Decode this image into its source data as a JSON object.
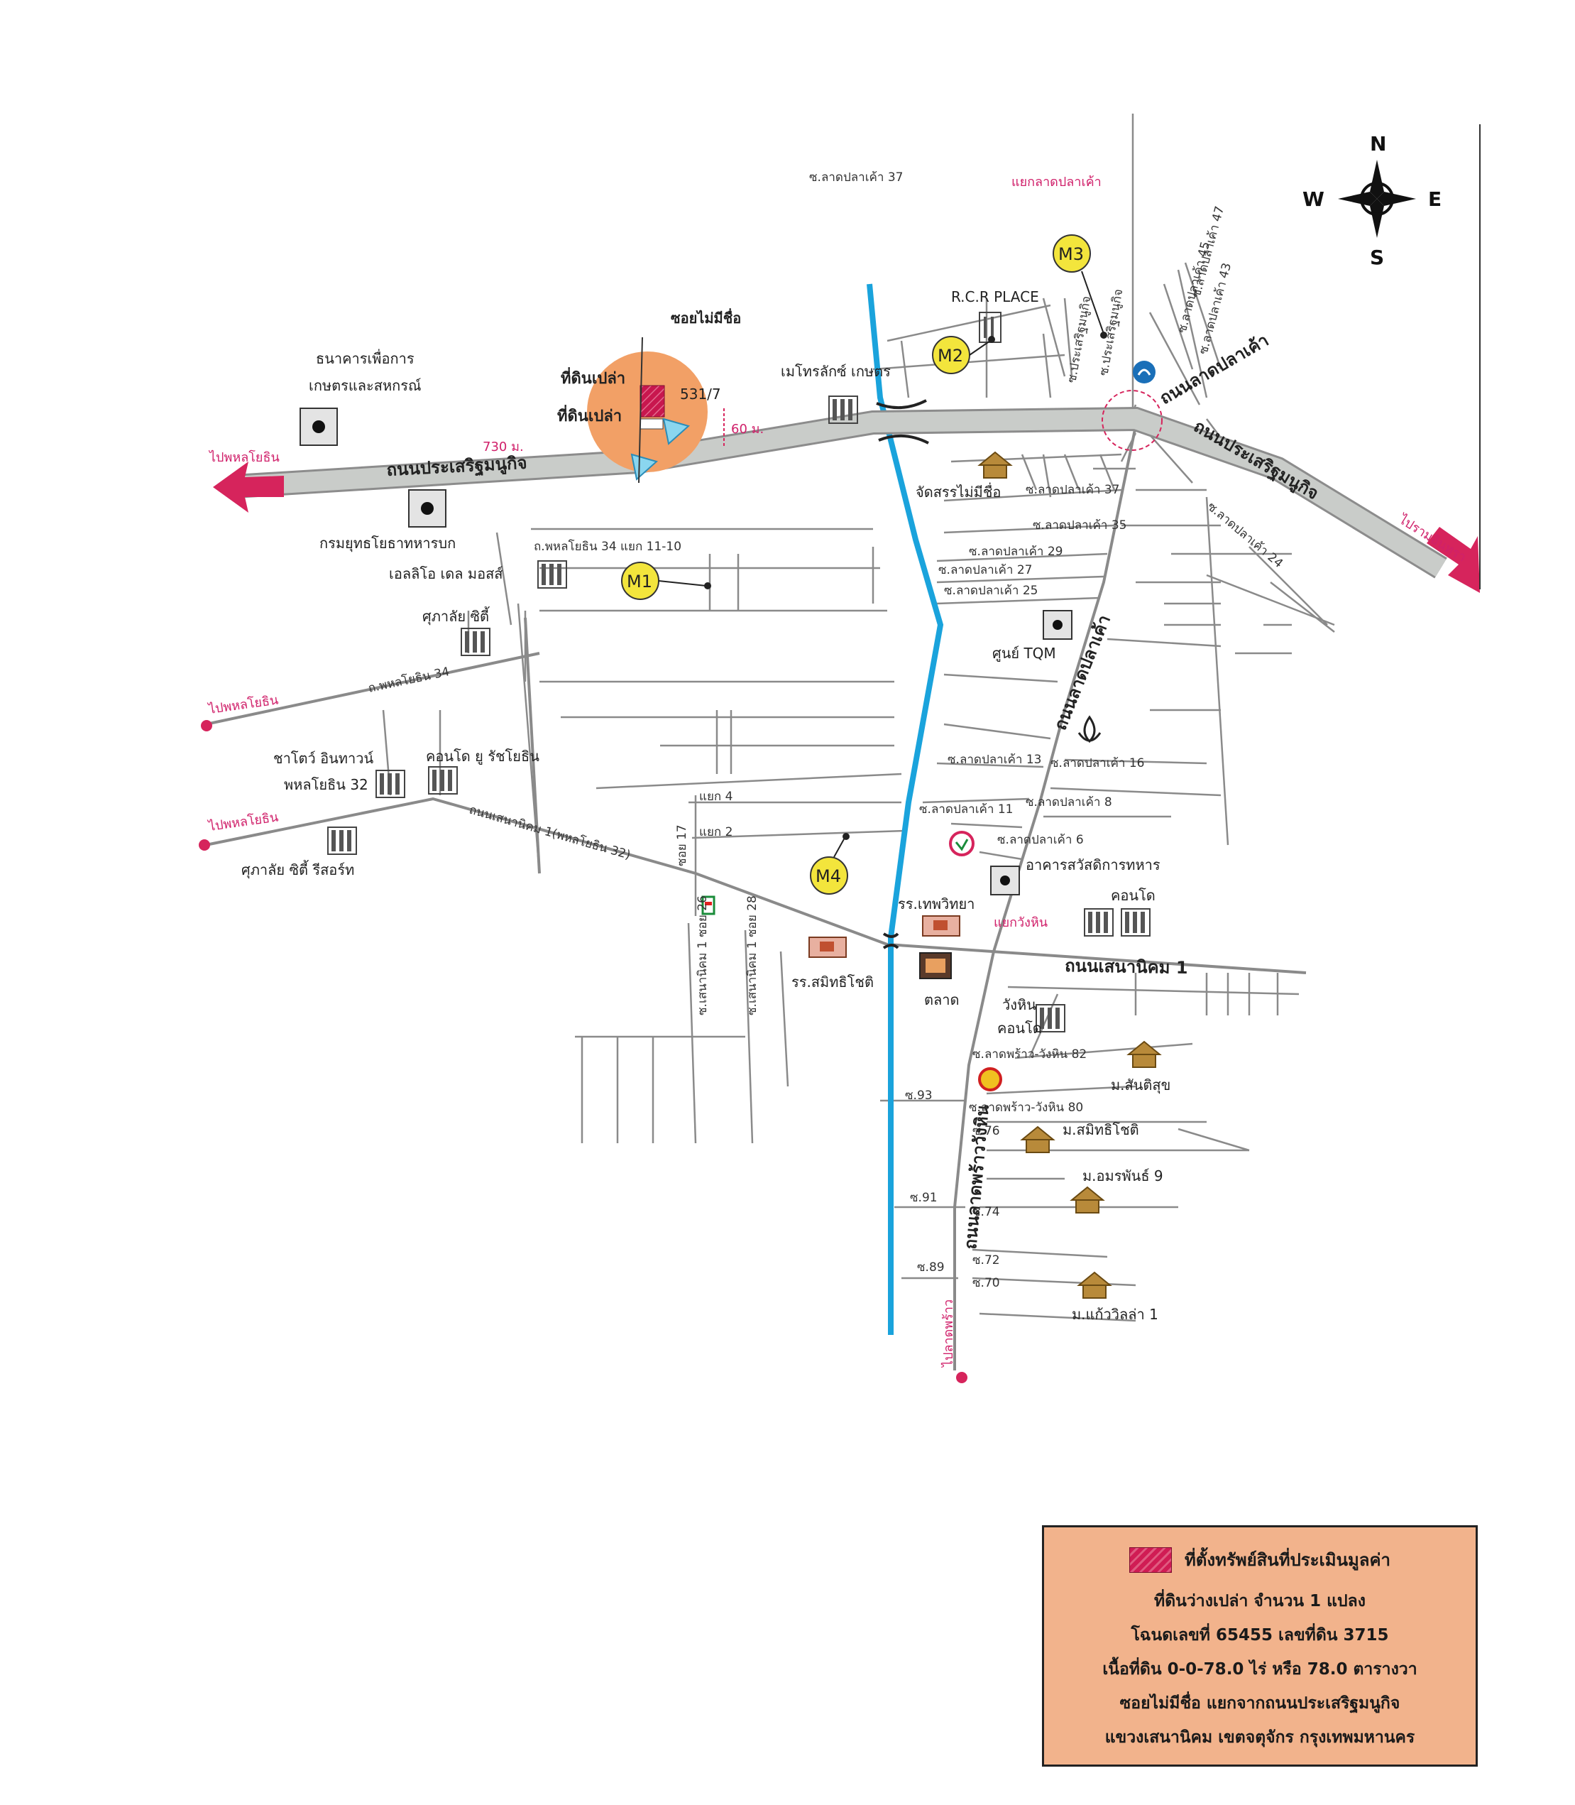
{
  "compass": {
    "n": "N",
    "s": "S",
    "e": "E",
    "w": "W"
  },
  "roads": {
    "prasert_main_left": "ถนนประเสริฐมนูกิจ",
    "prasert_main_right": "ถนนประเสริฐมนูกิจ",
    "lat_pla_khao_top": "ถนนลาดปลาเค้า",
    "lat_pla_khao_mid": "ถนนลาดปลาเค้า",
    "lat_phrao_wang_hin": "ถนนลาดพร้าววังหิน",
    "sena_nikhom_1": "ถนนเสนานิคม 1",
    "sena_nikhom_1_phahon32": "ถนนเสนานิคม 1(พหลโยธิน 32)",
    "phahon_34_road": "ถ.พหลโยธิน 34",
    "phahon_34_soi": "ถ.พหลโยธิน 34 แยก 11-10",
    "soi_lpk37_top": "ซ.ลาดปลาเค้า 37",
    "soi_lpk37": "ซ.ลาดปลาเค้า 37",
    "soi_lpk35": "ซ.ลาดปลาเค้า 35",
    "soi_lpk29": "ซ.ลาดปลาเค้า 29",
    "soi_lpk27": "ซ.ลาดปลาเค้า 27",
    "soi_lpk25": "ซ.ลาดปลาเค้า 25",
    "soi_lpk24": "ซ.ลาดปลาเค้า 24",
    "soi_lpk13": "ซ.ลาดปลาเค้า 13",
    "soi_lpk16": "ซ.ลาดปลาเค้า 16",
    "soi_lpk11": "ซ.ลาดปลาเค้า 11",
    "soi_lpk8": "ซ.ลาดปลาเค้า 8",
    "soi_lpk6": "ซ.ลาดปลาเค้า 6",
    "soi_lpw82": "ซ.ลาดพร้าว-วังหิน 82",
    "soi_lpw80": "ซ.ลาดพร้าว-วังหิน 80",
    "soi_76": "ซ.76",
    "soi_74": "ซ.74",
    "soi_72": "ซ.72",
    "soi_70": "ซ.70",
    "soi_93": "ซ.93",
    "soi_91": "ซ.91",
    "soi_89": "ซ.89",
    "yaek4": "แยก 4",
    "yaek2": "แยก 2"
  },
  "red_labels": {
    "to_phahon_1": "ไปพหลโยธิน",
    "to_phahon_2": "ไปพหลโยธิน",
    "to_phahon_3": "ไปพหลโยธิน",
    "to_ramindra": "ไปรามอินทรา",
    "to_lat_phrao": "ไปลาดพร้าว",
    "junction_lpk": "แยกลาดปลาเค้า",
    "junction_wang_hin": "แยกวังหิน",
    "dist_730": "730 ม.",
    "dist_60": "60 ม."
  },
  "subject": {
    "soi_label": "ซอยไม่มีชื่อ",
    "land1": "ที่ดินเปล่า",
    "land2": "ที่ดินเปล่า",
    "number": "531/7"
  },
  "landmarks": {
    "bank": "ธนาคารเพื่อการ",
    "bank2": "เกษตรและสหกรณ์",
    "army": "กรมยุทธโยธาทหารบก",
    "elio": "เอลลิโอ เดล มอสส์",
    "supalai_city": "ศุภาลัย ซิตี้",
    "sathorn_intown": "ชาโตว์ อินทาวน์",
    "phahon32": "พหลโยธิน 32",
    "condo_u": "คอนโด ยู รัชโยธิน",
    "supalai_resort": "ศุภาลัย ซิตี้ รีสอร์ท",
    "metro_lux": "เมโทรลักซ์ เกษตร",
    "rcr": "R.C.R PLACE",
    "unnamed_estate": "จัดสรรไม่มีชื่อ",
    "tqm": "ศูนย์ TQM",
    "welfare": "อาคารสวัสดิการทหาร",
    "condo": "คอนโด",
    "wang_hin_condo1": "วังหิน",
    "wang_hin_condo2": "คอนโด",
    "thep_school": "รร.เทพวิทยา",
    "samit_school": "รร.สมิทธิโชติ",
    "market": "ตลาด",
    "m_santisuk": "ม.สันติสุข",
    "m_samit": "ม.สมิทธิโชติ",
    "m_amarin": "ม.อมรพันธ์ 9",
    "m_kaew": "ม.แก้ววิลล่า 1",
    "soi_sena_26a": "ซ.เสนานิคม 1 ซอย 26",
    "soi_sena_26b": "ซ.เสนานิคม 1 ซอย 28",
    "soi_sena_17": "ซอย 17",
    "soi_sena_7": "ซ.ลาดปลาเค้า 43",
    "soi_lpk_45": "ซ.ลาดปลาเค้า 45",
    "soi_lpk_47": "ซ.ลาดปลาเค้า 47",
    "soi_prasert": "ซ.ประเสริฐมนูกิจ",
    "soi_prasert2": "ซ.ประเสริฐมนูกิจ"
  },
  "markers": {
    "m1": "M1",
    "m2": "M2",
    "m3": "M3",
    "m4": "M4"
  },
  "legend": {
    "line1": "ที่ตั้งทรัพย์สินที่ประเมินมูลค่า",
    "line2": "ที่ดินว่างเปล่า  จำนวน 1 แปลง",
    "line3": "โฉนดเลขที่ 65455 เลขที่ดิน 3715",
    "line4": "เนื้อที่ดิน 0-0-78.0 ไร่ หรือ 78.0 ตารางวา",
    "line5": "ซอยไม่มีชื่อ แยกจากถนนประเสริฐมนูกิจ",
    "line6": "แขวงเสนานิคม เขตจตุจักร กรุงเทพมหานคร"
  },
  "colors": {
    "main_road": "#c9ccc9",
    "canal": "#1aa3dc",
    "subject_circle": "#f2a066",
    "arrow": "#d6245c",
    "marker": "#f3e53c",
    "legend_bg": "#f2b38c"
  }
}
